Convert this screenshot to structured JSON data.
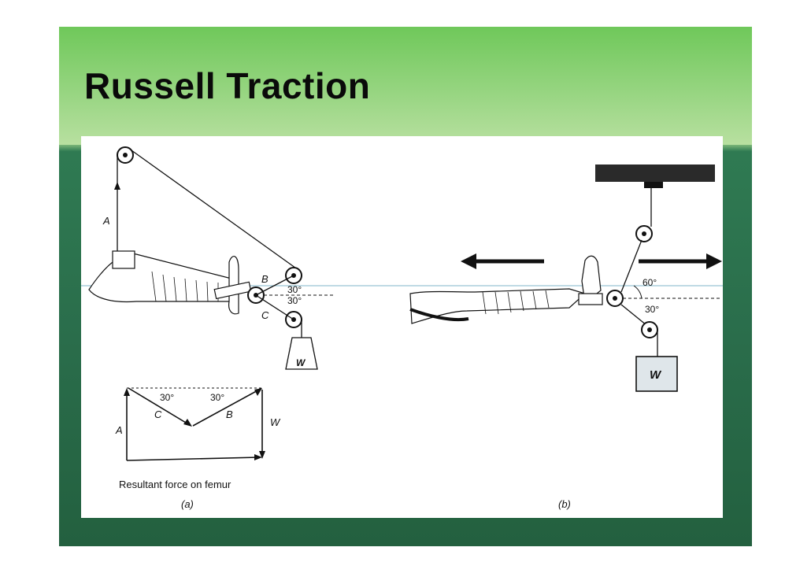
{
  "slide": {
    "title": "Russell Traction"
  },
  "diagram_a": {
    "labels": {
      "A": "A",
      "B": "B",
      "C": "C",
      "weight": "W",
      "angle_upper": "30°",
      "angle_lower": "30°"
    },
    "vector_diagram": {
      "angle_left": "30°",
      "angle_right": "30°",
      "C": "C",
      "B": "B",
      "A": "A",
      "W": "W",
      "resultant_label": "Resultant force on femur"
    },
    "caption": "(a)"
  },
  "diagram_b": {
    "labels": {
      "angle_upper": "60°",
      "angle_lower": "30°",
      "weight": "W"
    },
    "caption": "(b)"
  },
  "colors": {
    "slide_green_top": "#7fd06a",
    "slide_green_bottom": "#23603f",
    "arrow": "#111111",
    "guide_line": "#7fb6c9"
  }
}
